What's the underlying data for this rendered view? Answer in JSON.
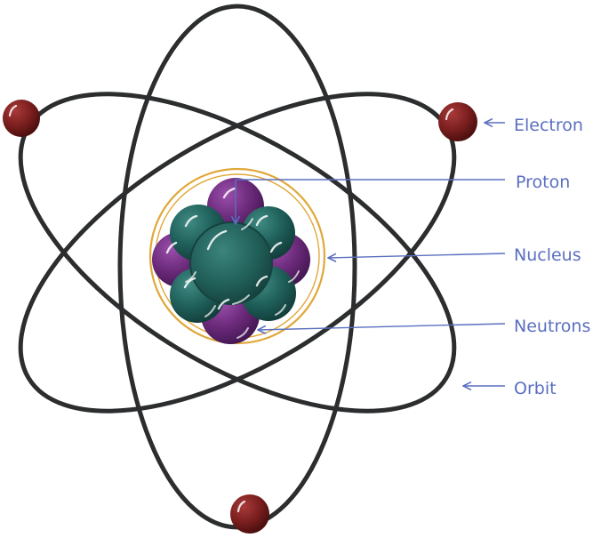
{
  "diagram": {
    "labels": {
      "electron": "Electron",
      "proton": "Proton",
      "nucleus": "Nucleus",
      "neutrons": "Neutrons",
      "orbit": "Orbit"
    },
    "colors": {
      "orbit": "#2b2d2e",
      "electron": "#7a1e1e",
      "proton": "#6b2a7a",
      "neutron": "#1f5f5a",
      "nucleus_ring": "#e0a83a",
      "label": "#5a6fc0"
    }
  }
}
